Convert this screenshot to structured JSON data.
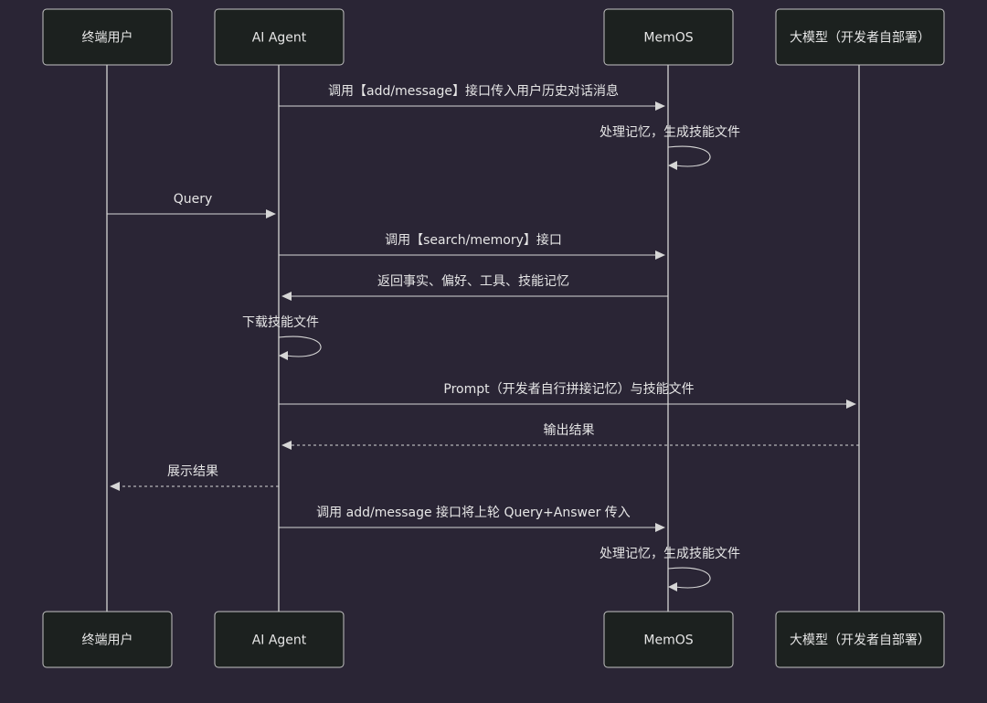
{
  "participants": [
    {
      "id": "user",
      "label": "终端用户"
    },
    {
      "id": "agent",
      "label": "AI Agent"
    },
    {
      "id": "memos",
      "label": "MemOS"
    },
    {
      "id": "llm",
      "label": "大模型（开发者自部署）"
    }
  ],
  "messages": [
    {
      "from": "agent",
      "to": "memos",
      "label": "调用【add/message】接口传入用户历史对话消息",
      "style": "solid"
    },
    {
      "from": "memos",
      "to": "memos",
      "label": "处理记忆，生成技能文件",
      "style": "solid"
    },
    {
      "from": "user",
      "to": "agent",
      "label": "Query",
      "style": "solid"
    },
    {
      "from": "agent",
      "to": "memos",
      "label": "调用【search/memory】接口",
      "style": "solid"
    },
    {
      "from": "memos",
      "to": "agent",
      "label": "返回事实、偏好、工具、技能记忆",
      "style": "solid"
    },
    {
      "from": "agent",
      "to": "agent",
      "label": "下载技能文件",
      "style": "solid"
    },
    {
      "from": "agent",
      "to": "llm",
      "label": "Prompt（开发者自行拼接记忆）与技能文件",
      "style": "solid"
    },
    {
      "from": "llm",
      "to": "agent",
      "label": "输出结果",
      "style": "dashed"
    },
    {
      "from": "agent",
      "to": "user",
      "label": "展示结果",
      "style": "dashed"
    },
    {
      "from": "agent",
      "to": "memos",
      "label": "调用 add/message 接口将上轮 Query+Answer 传入",
      "style": "solid"
    },
    {
      "from": "memos",
      "to": "memos",
      "label": "处理记忆，生成技能文件",
      "style": "solid"
    }
  ]
}
